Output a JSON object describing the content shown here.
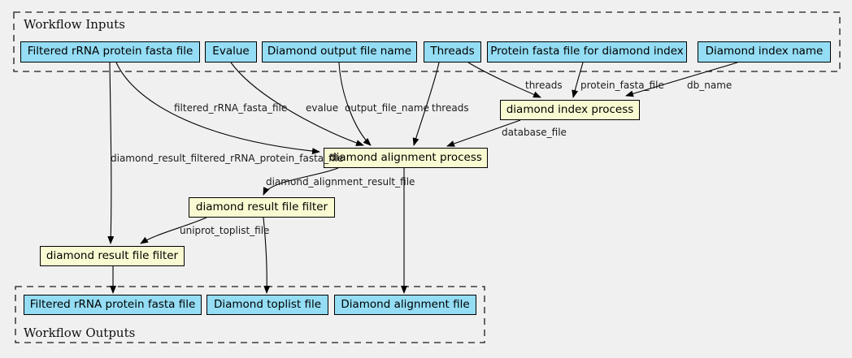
{
  "clusters": {
    "inputs_label": "Workflow Inputs",
    "outputs_label": "Workflow Outputs"
  },
  "inputs": [
    {
      "label": "Filtered rRNA protein fasta file"
    },
    {
      "label": "Evalue"
    },
    {
      "label": "Diamond output file name"
    },
    {
      "label": "Threads"
    },
    {
      "label": "Protein fasta file for diamond index"
    },
    {
      "label": "Diamond index name"
    }
  ],
  "steps": [
    {
      "label": "diamond index process"
    },
    {
      "label": "diamond alignment process"
    },
    {
      "label": "diamond result file filter"
    },
    {
      "label": "diamond result file filter"
    }
  ],
  "outputs": [
    {
      "label": "Filtered rRNA protein fasta file"
    },
    {
      "label": "Diamond toplist file"
    },
    {
      "label": "Diamond alignment file"
    }
  ],
  "edge_labels": [
    {
      "text": "filtered_rRNA_fasta_file"
    },
    {
      "text": "evalue"
    },
    {
      "text": "output_file_name"
    },
    {
      "text": "threads"
    },
    {
      "text": "threads"
    },
    {
      "text": "protein_fasta_file"
    },
    {
      "text": "db_name"
    },
    {
      "text": "database_file"
    },
    {
      "text": "diamond_result_filtered_rRNA_protein_fasta_file"
    },
    {
      "text": "diamond_alignment_result_file"
    },
    {
      "text": "uniprot_toplist_file"
    }
  ],
  "colors": {
    "background": "#f0f0f0",
    "io_fill": "#94ddf4",
    "step_fill": "#fafad2",
    "node_border": "#000000",
    "edge_stroke": "#000000",
    "cluster_border": "#1a1a1a"
  }
}
